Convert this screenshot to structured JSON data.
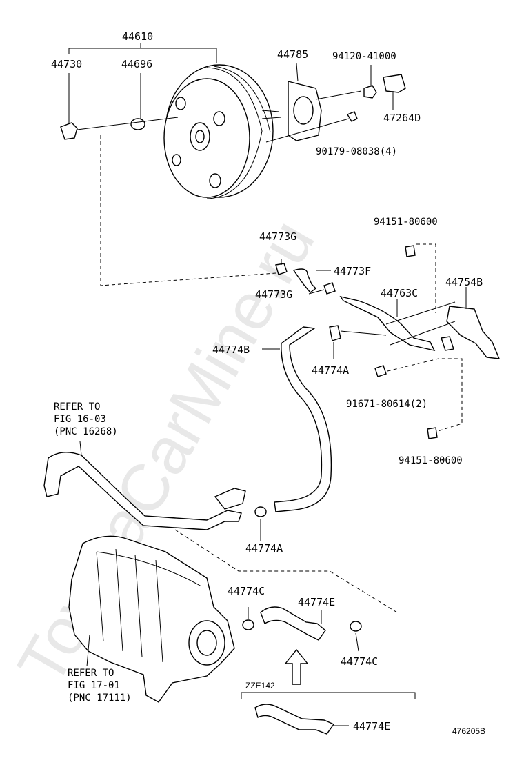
{
  "watermark": "ToyotaCarMine.ru",
  "diagram_id": "476205B",
  "variant_label": "ZZE142",
  "parts": {
    "p44610": "44610",
    "p44730": "44730",
    "p44696": "44696",
    "p44785": "44785",
    "p94120": "94120-41000",
    "p47264D": "47264D",
    "p90179": "90179-08038(4)",
    "p94151_top": "94151-80600",
    "p44773G_top": "44773G",
    "p44773F": "44773F",
    "p44773G_mid": "44773G",
    "p44763C": "44763C",
    "p44754B": "44754B",
    "p44774B": "44774B",
    "p44774A_mid": "44774A",
    "p91671": "91671-80614(2)",
    "p94151_bot": "94151-80600",
    "p44774A_low": "44774A",
    "p44774C_left": "44774C",
    "p44774E_mid": "44774E",
    "p44774C_right": "44774C",
    "p44774E_bot": "44774E"
  },
  "refs": {
    "fig16": [
      "REFER TO",
      "FIG 16-03",
      "(PNC 16268)"
    ],
    "fig17": [
      "REFER TO",
      "FIG 17-01",
      "(PNC 17111)"
    ]
  }
}
